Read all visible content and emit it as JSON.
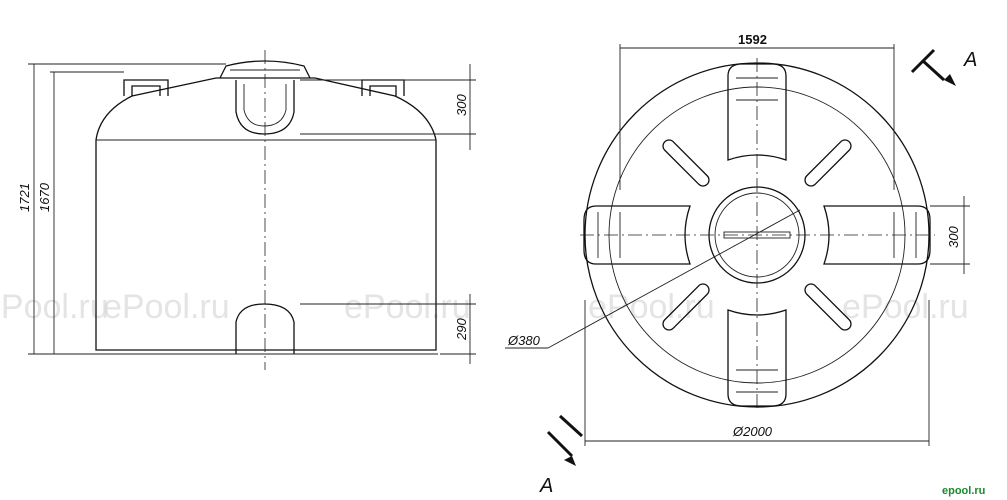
{
  "dimensions": {
    "side_total_height": "1721",
    "side_body_height": "1670",
    "side_top_hatch": "300",
    "side_bottom_hatch": "290",
    "top_width": "1592",
    "top_hatch": "300",
    "neck_diameter": "Ø380",
    "outer_diameter": "Ø2000"
  },
  "section_marks": {
    "top": "A",
    "bottom": "A"
  },
  "watermark": "ePool.ru",
  "logo": "epool.ru"
}
